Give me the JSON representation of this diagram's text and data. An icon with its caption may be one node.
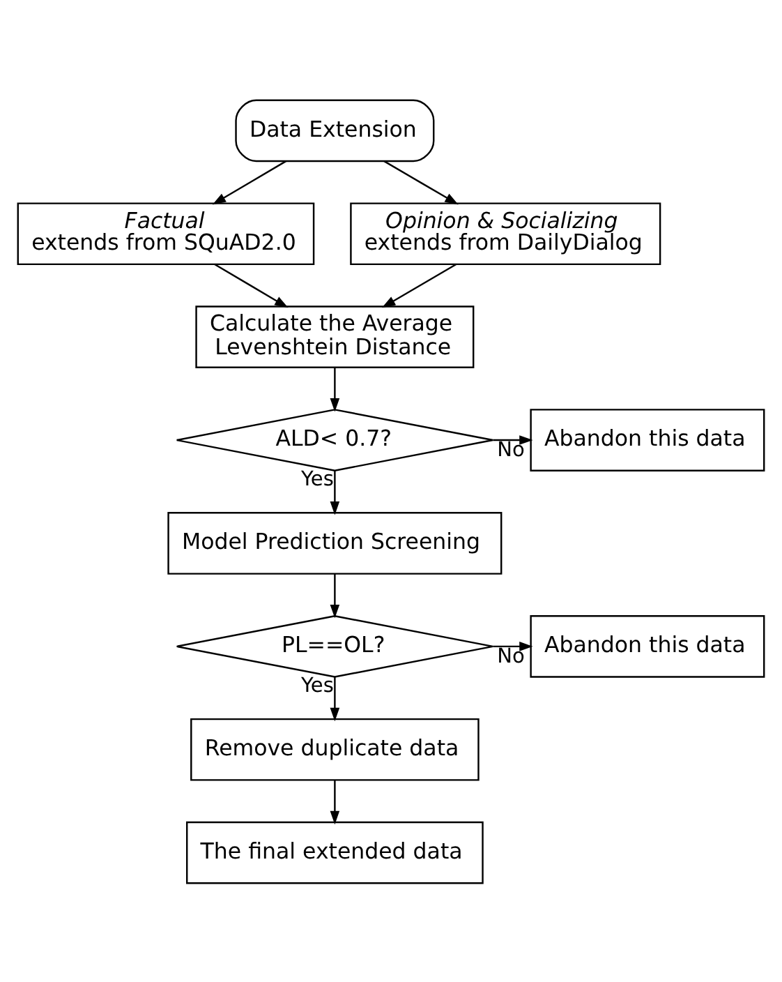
{
  "diagram": {
    "nodes": [
      {
        "text": [
          "Data Extension"
        ]
      },
      {
        "text": [
          "*Factual* extends from SQuAD2.0"
        ]
      },
      {
        "text": [
          "*Opinion & Socializing* extends from DailyDialog"
        ]
      },
      {
        "text": [
          "Calculate the Average Levenshtein Distance"
        ]
      },
      {
        "text": [
          "ALD< 0.7?"
        ]
      },
      {
        "text": [
          "Abandon this data"
        ]
      },
      {
        "text": [
          "Model Prediction Screening"
        ]
      },
      {
        "text": [
          "PL==OL?"
        ]
      },
      {
        "text": [
          "Abandon this data"
        ]
      },
      {
        "text": [
          "Remove duplicate data"
        ]
      },
      {
        "text": [
          "The final extended data"
        ]
      }
    ],
    "edges": [
      {
        "from": 0,
        "to": 1,
        "arrow": "to"
      },
      {
        "from": 0,
        "to": 2,
        "arrow": "to"
      },
      {
        "from": 1,
        "to": 3,
        "arrow": "to"
      },
      {
        "from": 2,
        "to": 3,
        "arrow": "to"
      },
      {
        "from": 3,
        "to": 4,
        "arrow": "to"
      },
      {
        "from": 4,
        "to": 5,
        "arrow": "to",
        "label": "No"
      },
      {
        "from": 4,
        "to": 6,
        "arrow": "to",
        "label": "Yes"
      },
      {
        "from": 6,
        "to": 7,
        "arrow": "to"
      },
      {
        "from": 7,
        "to": 8,
        "arrow": "to",
        "label": "No"
      },
      {
        "from": 7,
        "to": 9,
        "arrow": "to",
        "label": "Yes"
      },
      {
        "from": 9,
        "to": 10,
        "arrow": "to"
      }
    ]
  }
}
